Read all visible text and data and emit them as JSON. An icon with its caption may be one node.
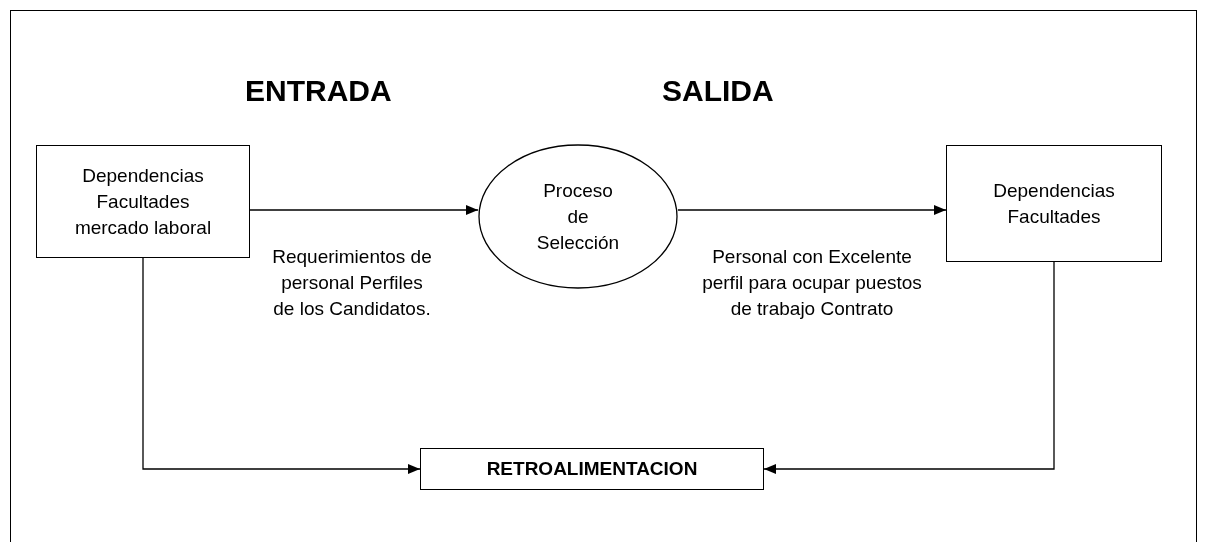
{
  "diagram": {
    "nodes": [
      {
        "text": [
          "Dependencias Facultades mercado laboral"
        ]
      },
      {
        "text": [
          "Proceso de Selección"
        ]
      },
      {
        "text": [
          "Dependencias Facultades"
        ]
      },
      {
        "text": [
          "RETROALIMENTACION"
        ]
      }
    ],
    "edges": [
      {
        "from": 0,
        "to": 1,
        "arrow": "to",
        "label": "Requerimientos de personal Perfiles de los Candidatos."
      },
      {
        "from": 1,
        "to": 2,
        "arrow": "to",
        "label": "Personal con Excelente perfil para ocupar puestos de trabajo Contrato"
      },
      {
        "from": 0,
        "to": 3,
        "arrow": "to"
      },
      {
        "from": 2,
        "to": 3,
        "arrow": "to"
      }
    ],
    "labels": [
      "ENTRADA",
      "SALIDA"
    ]
  }
}
